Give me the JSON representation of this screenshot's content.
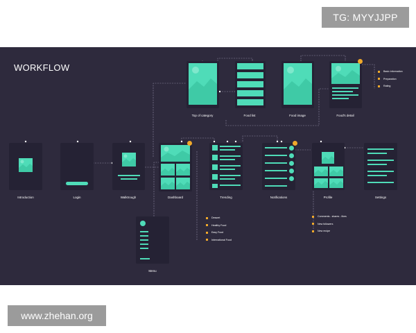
{
  "watermarks": {
    "tag": "TG: MYYJJPP",
    "site": "www.zhehan.org"
  },
  "board": {
    "title": "WORKFLOW"
  },
  "screens": {
    "introduction": "Introduction",
    "login": "Login",
    "walkthrough": "Walktrough",
    "dashboard": "Dashboard",
    "trending": "Trending",
    "notifications": "Notifications",
    "profile": "Profile",
    "settings": "Settings",
    "menu": "Menu",
    "top_of_category": "Top of category",
    "food_list": "Food list",
    "food_image": "Food image",
    "food_detail": "Food's detail"
  },
  "food_detail_items": [
    "Basic information",
    "Preparation",
    "Rating"
  ],
  "dashboard_items": [
    "Dessert",
    "Healthy Food",
    "Easy Food",
    "International Food"
  ],
  "profile_items": [
    "Comments - shares - likes",
    "New followers",
    "New recipe"
  ],
  "colors": {
    "background": "#2e2a3d",
    "screen": "#252234",
    "accent": "#4fdcb8",
    "badge": "#f0a92b"
  }
}
